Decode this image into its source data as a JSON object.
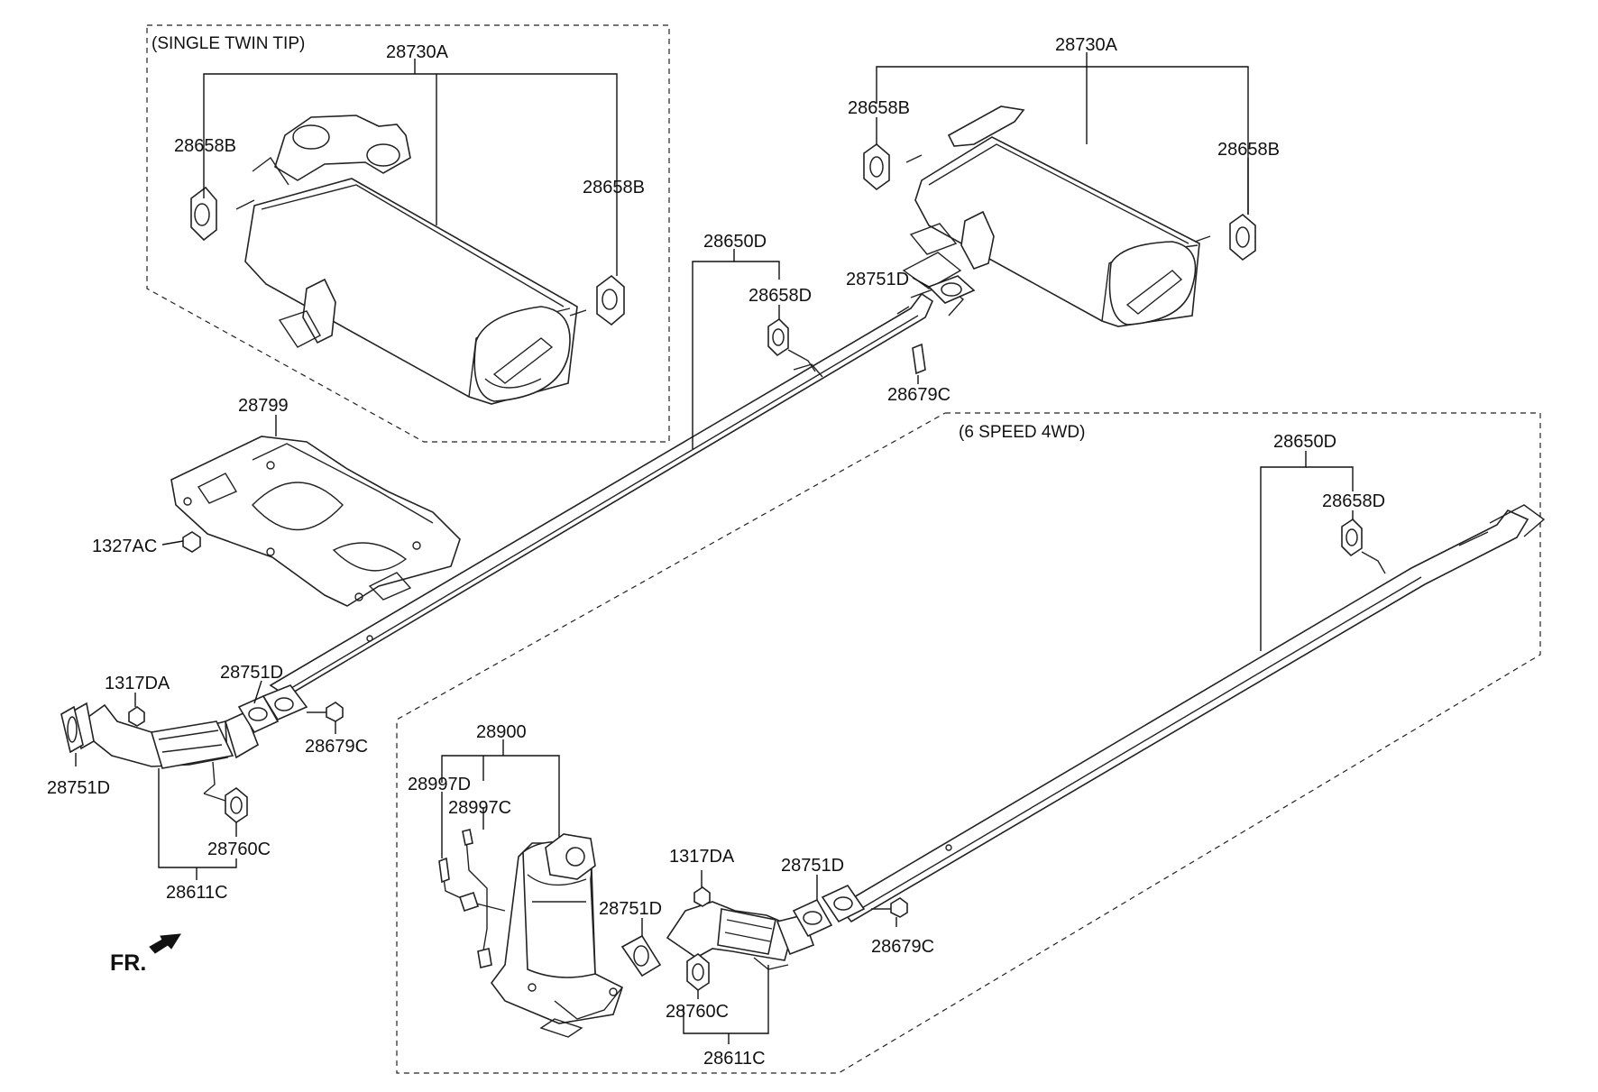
{
  "notes": {
    "single_twin_tip": "(SINGLE TWIN TIP)",
    "six_speed_4wd": "(6 SPEED 4WD)"
  },
  "front_marker": "FR.",
  "labels": {
    "a_28730A": "28730A",
    "a_28658B_left": "28658B",
    "a_28658B_right": "28658B",
    "b_28730A": "28730A",
    "b_28658B_left": "28658B",
    "b_28658B_right": "28658B",
    "c_28650D": "28650D",
    "c_28658D": "28658D",
    "c_28751D": "28751D",
    "c_28679C": "28679C",
    "d_28799": "28799",
    "d_1327AC": "1327AC",
    "e_1317DA": "1317DA",
    "e_28751D_top": "28751D",
    "e_28751D_bottom": "28751D",
    "e_28679C": "28679C",
    "e_28760C": "28760C",
    "e_28611C": "28611C",
    "f_28650D": "28650D",
    "f_28658D": "28658D",
    "g_28900": "28900",
    "g_28997D": "28997D",
    "g_28997C": "28997C",
    "g_1317DA": "1317DA",
    "g_28751D_left": "28751D",
    "g_28751D_right": "28751D",
    "g_28679C": "28679C",
    "g_28760C": "28760C",
    "g_28611C": "28611C"
  }
}
